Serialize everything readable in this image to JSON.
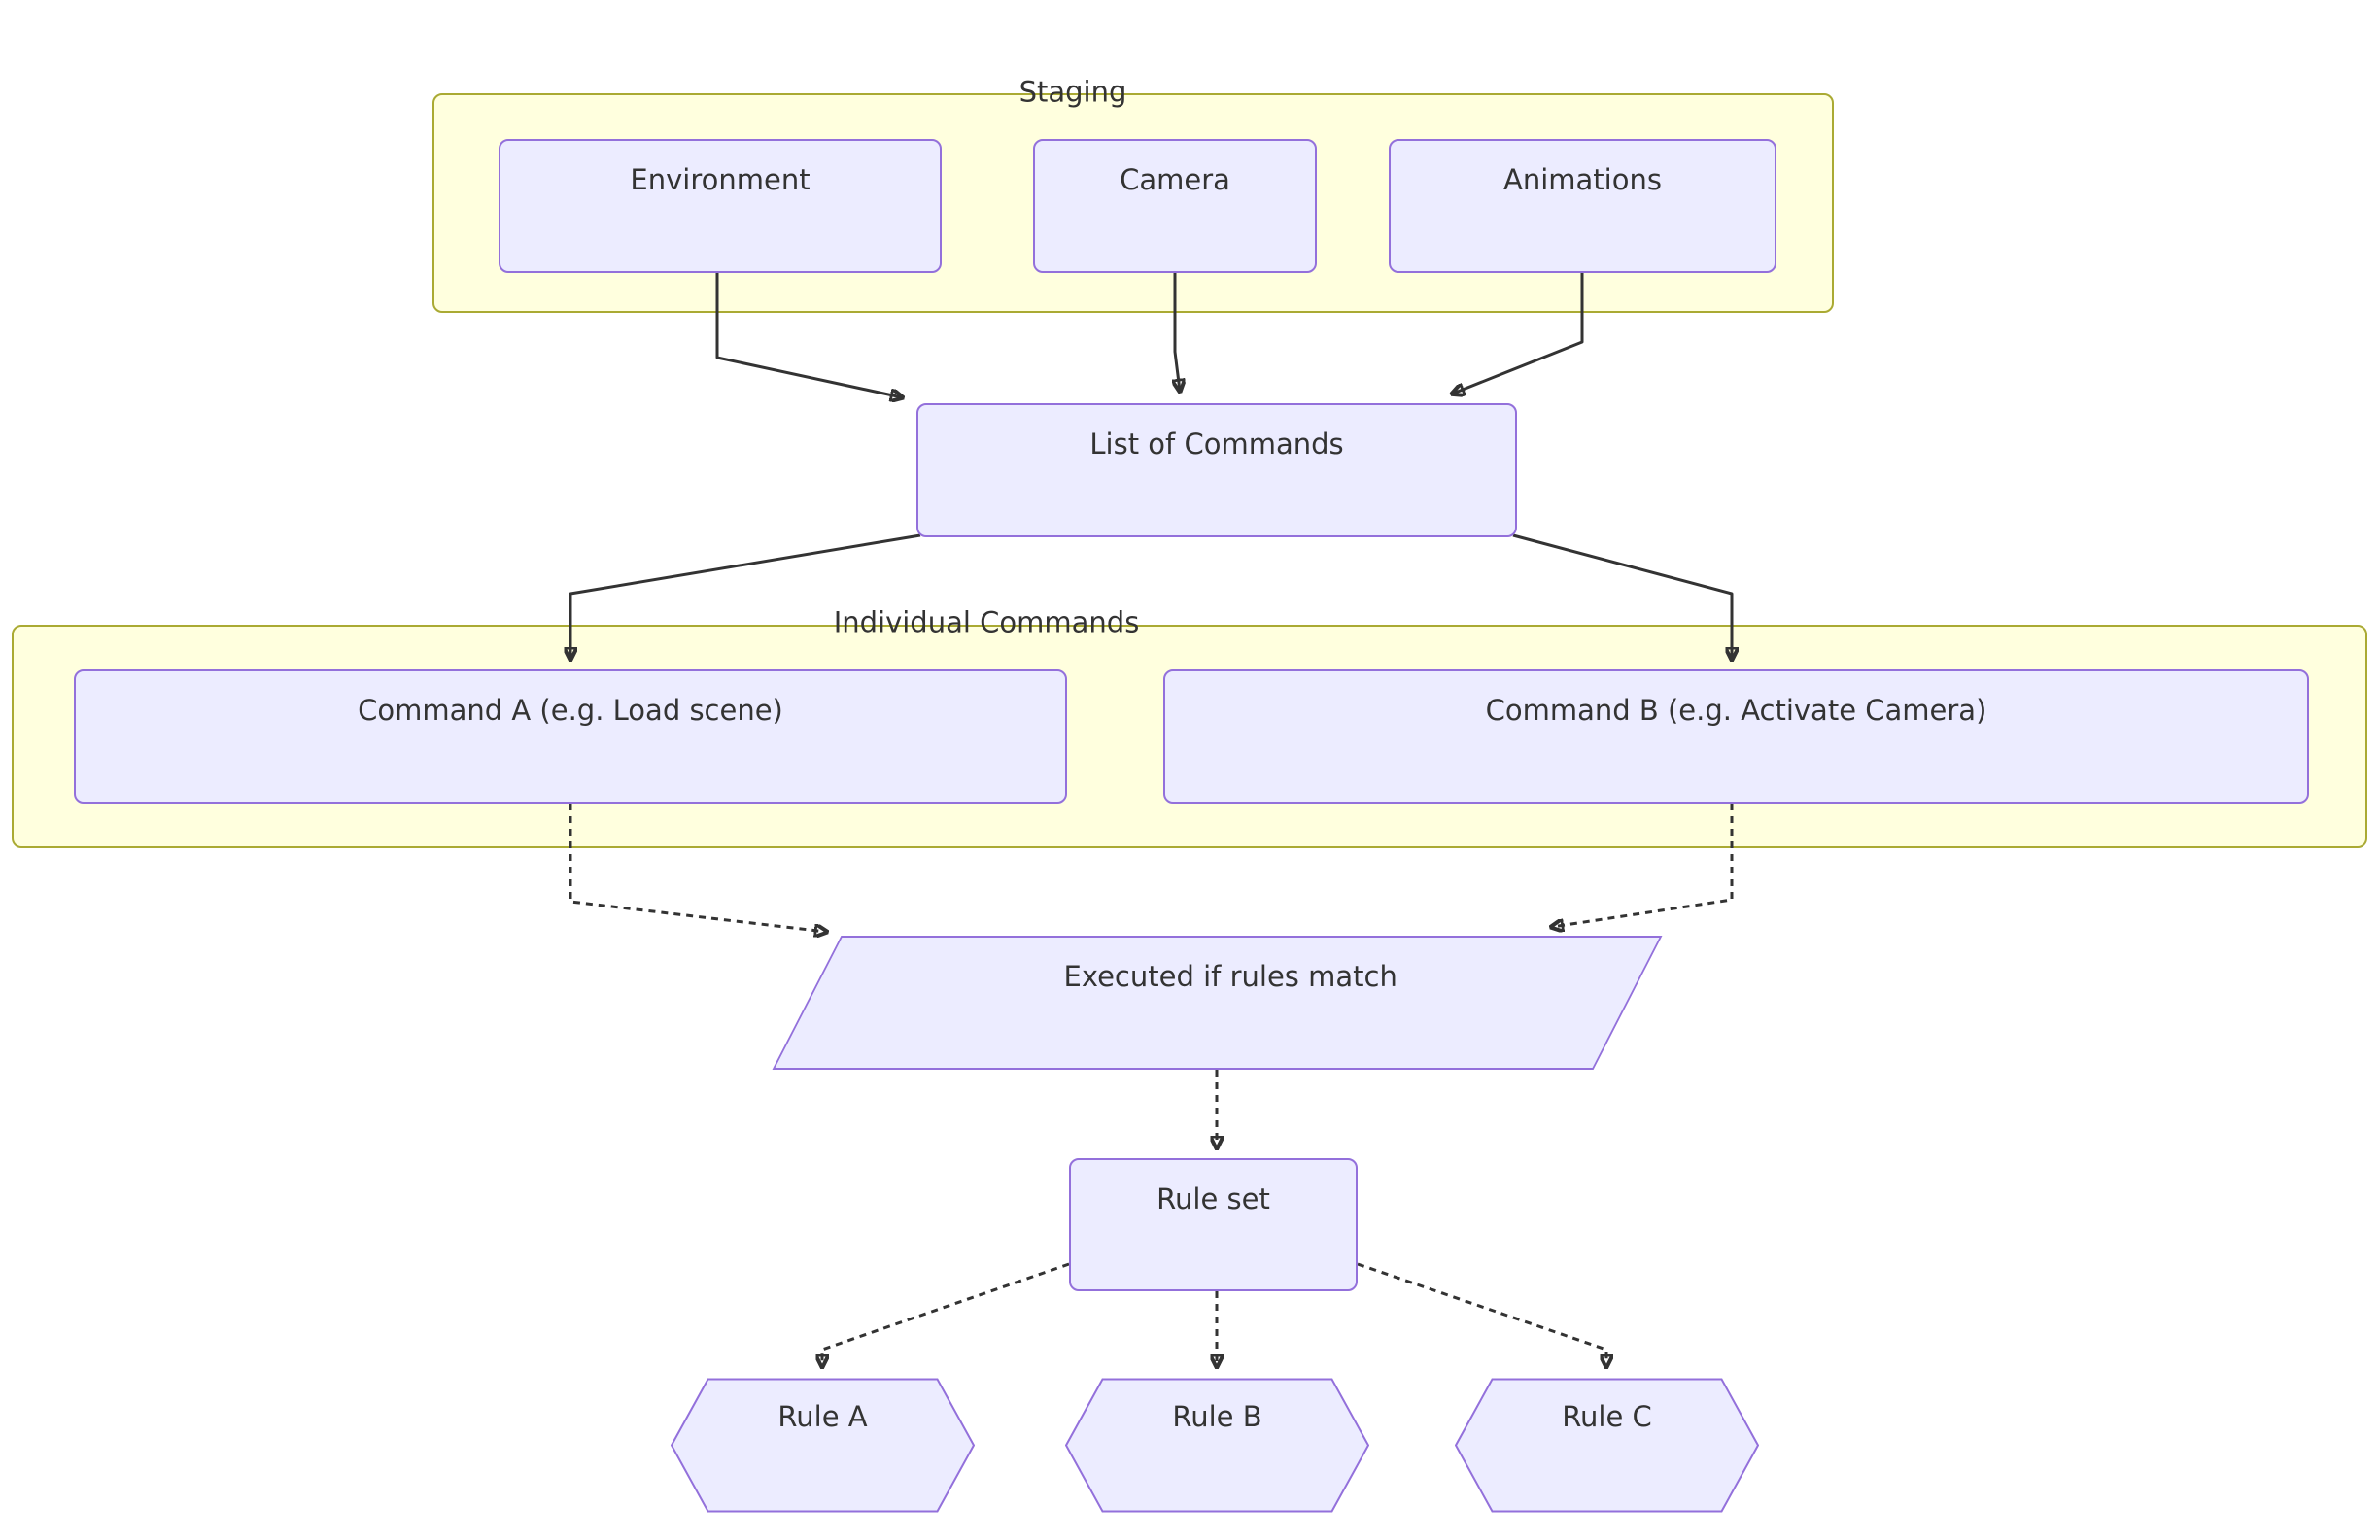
{
  "clusters": {
    "staging": {
      "label": "Staging"
    },
    "individual_commands": {
      "label": "Individual Commands"
    }
  },
  "nodes": {
    "environment": {
      "label": "Environment",
      "shape": "rect"
    },
    "camera": {
      "label": "Camera",
      "shape": "rect"
    },
    "animations": {
      "label": "Animations",
      "shape": "rect"
    },
    "list_of_commands": {
      "label": "List of Commands",
      "shape": "rect"
    },
    "command_a": {
      "label": "Command A (e.g. Load scene)",
      "shape": "rect"
    },
    "command_b": {
      "label": "Command B (e.g. Activate Camera)",
      "shape": "rect"
    },
    "executed_if_rules_match": {
      "label": "Executed if rules match",
      "shape": "parallelogram"
    },
    "rule_set": {
      "label": "Rule set",
      "shape": "rect"
    },
    "rule_a": {
      "label": "Rule A",
      "shape": "hexagon"
    },
    "rule_b": {
      "label": "Rule B",
      "shape": "hexagon"
    },
    "rule_c": {
      "label": "Rule C",
      "shape": "hexagon"
    }
  },
  "edges": [
    {
      "from": "Environment",
      "to": "List of Commands",
      "style": "solid"
    },
    {
      "from": "Camera",
      "to": "List of Commands",
      "style": "solid"
    },
    {
      "from": "Animations",
      "to": "List of Commands",
      "style": "solid"
    },
    {
      "from": "List of Commands",
      "to": "Command A (e.g. Load scene)",
      "style": "solid"
    },
    {
      "from": "List of Commands",
      "to": "Command B (e.g. Activate Camera)",
      "style": "solid"
    },
    {
      "from": "Command A (e.g. Load scene)",
      "to": "Executed if rules match",
      "style": "dashed"
    },
    {
      "from": "Command B (e.g. Activate Camera)",
      "to": "Executed if rules match",
      "style": "dashed"
    },
    {
      "from": "Executed if rules match",
      "to": "Rule set",
      "style": "dashed"
    },
    {
      "from": "Rule set",
      "to": "Rule A",
      "style": "dashed"
    },
    {
      "from": "Rule set",
      "to": "Rule B",
      "style": "dashed"
    },
    {
      "from": "Rule set",
      "to": "Rule C",
      "style": "dashed"
    }
  ],
  "colors": {
    "node_fill": "#ECECFF",
    "node_border": "#9370DB",
    "cluster_fill": "#FFFFDE",
    "cluster_border": "#AAAA33",
    "edge": "#333333",
    "text": "#333333",
    "background": "#FFFFFF"
  }
}
